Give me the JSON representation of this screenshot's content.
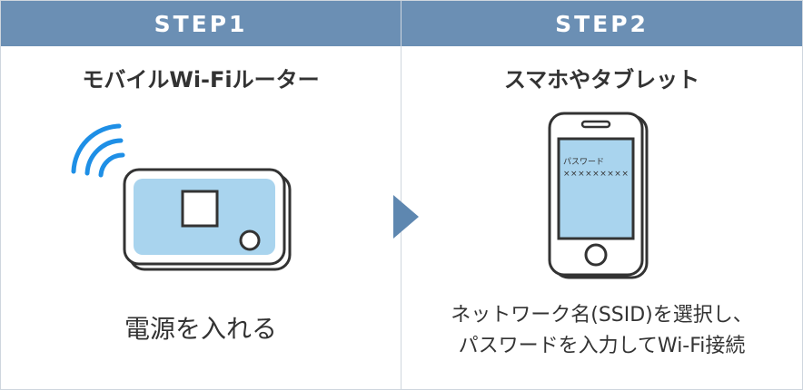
{
  "step1": {
    "label": "STEP1",
    "title": "モバイルWi-Fiルーター",
    "caption": "電源を入れる"
  },
  "step2": {
    "label": "STEP2",
    "title": "スマホやタブレット",
    "caption_line1": "ネットワーク名(SSID)を選択し、",
    "caption_line2": "パスワードを入力してWi-Fi接続",
    "phone_screen": {
      "password_label": "パスワード",
      "password_value": "×××××××××"
    }
  },
  "colors": {
    "header": "#6b8fb4",
    "wifi_signal": "#1e8fe6",
    "screen_fill": "#a9d4ee",
    "arrow": "#5e87b0",
    "outline": "#333333",
    "border": "#cfd6de"
  },
  "icons": {
    "wifi": "wifi-signal-icon",
    "router": "mobile-router-icon",
    "arrow": "arrow-right-icon",
    "smartphone": "smartphone-icon"
  }
}
